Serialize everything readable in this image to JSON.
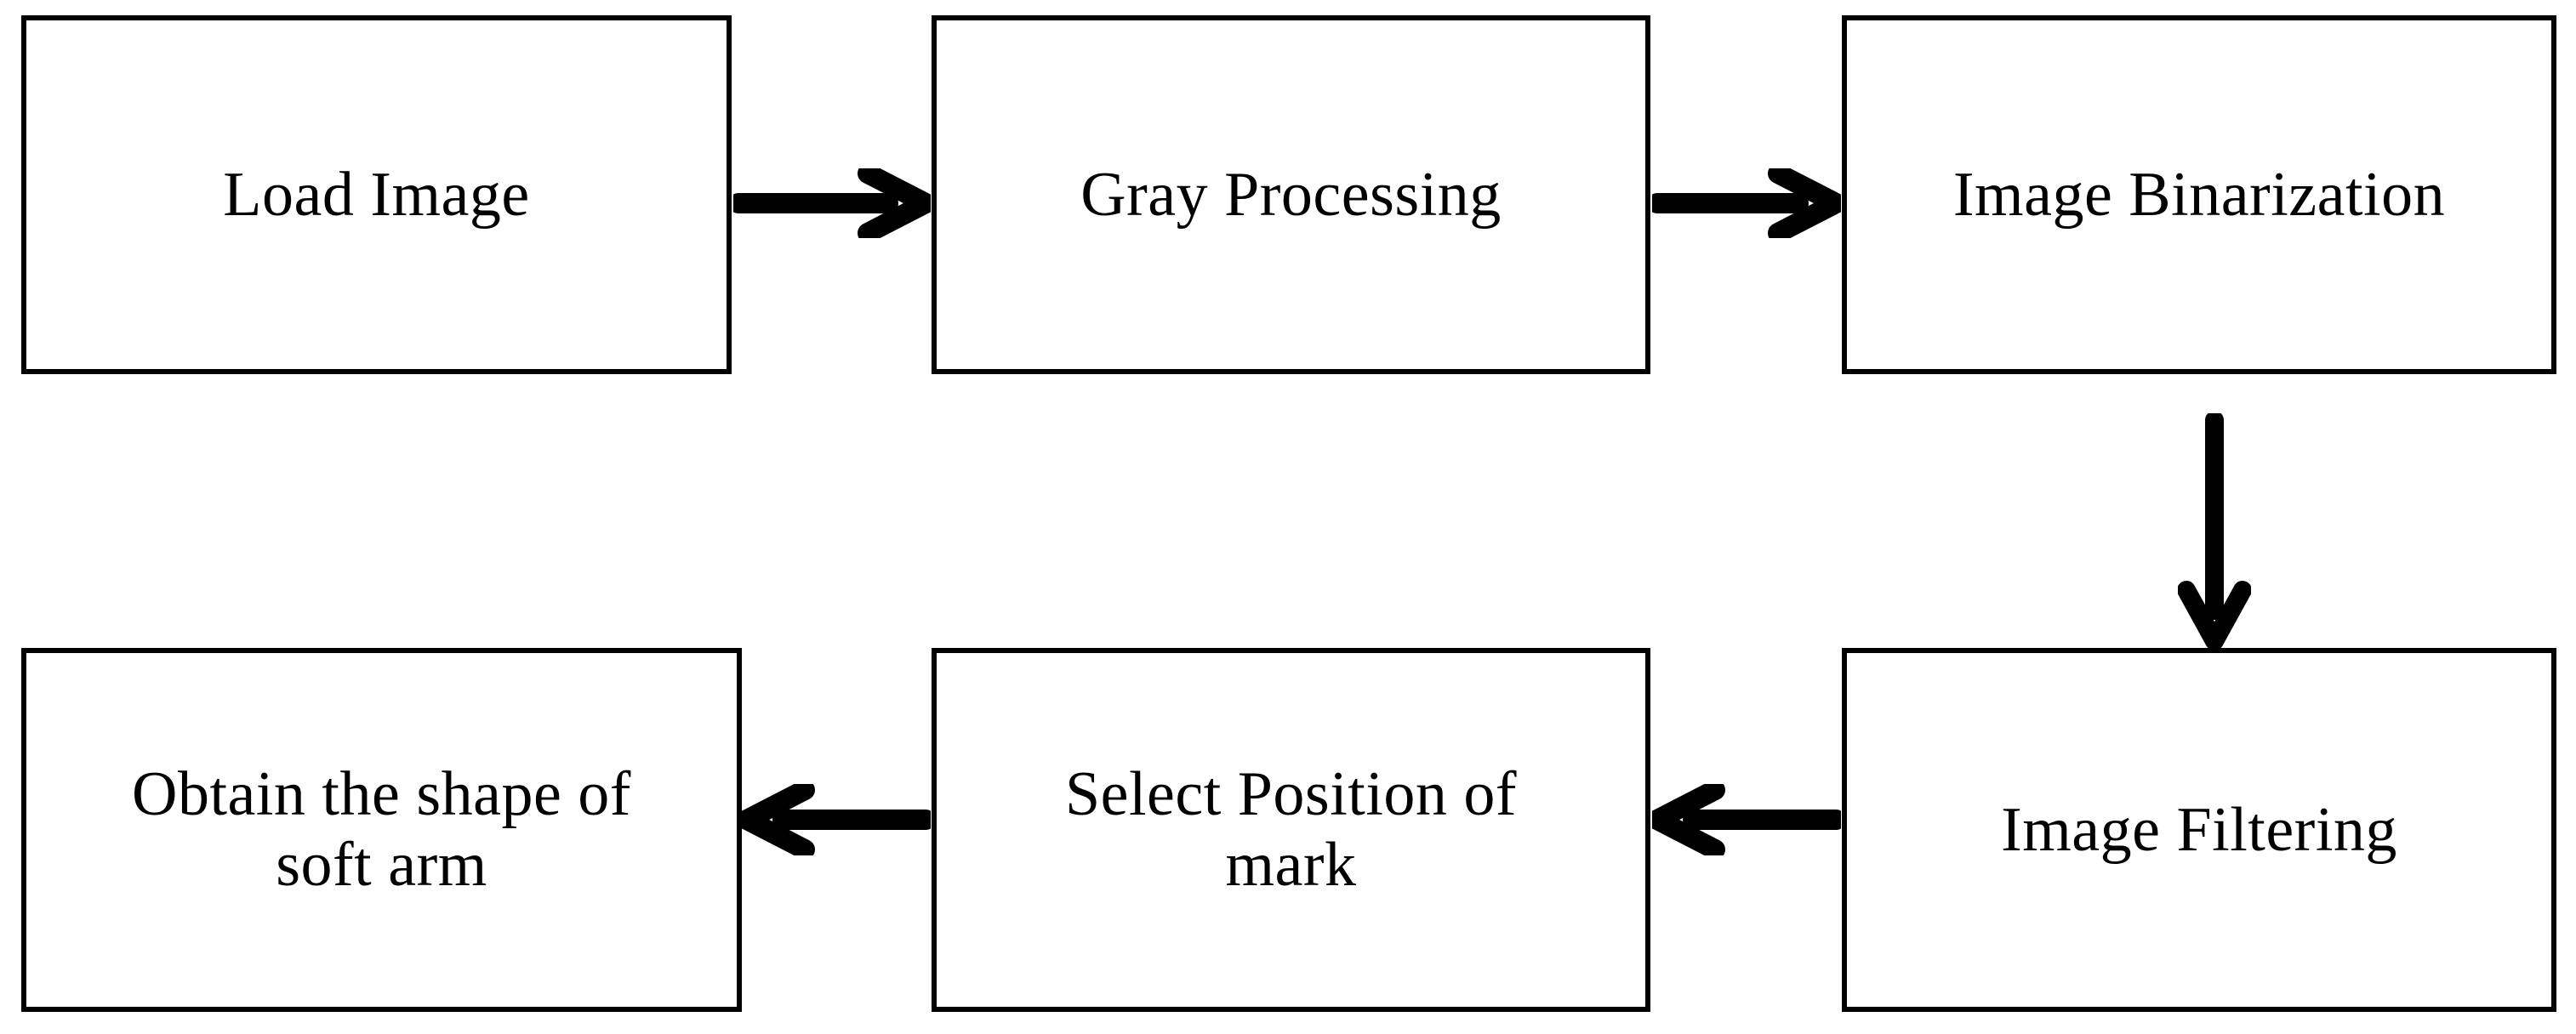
{
  "diagram": {
    "title": "Image processing pipeline flowchart",
    "background_color": "#ffffff",
    "stroke_color": "#000000",
    "nodes": [
      {
        "id": "load-image",
        "label": "Load Image",
        "row": "top",
        "column": 1
      },
      {
        "id": "gray-processing",
        "label": "Gray Processing",
        "row": "top",
        "column": 2
      },
      {
        "id": "image-binarization",
        "label": "Image Binarization",
        "row": "top",
        "column": 3
      },
      {
        "id": "obtain-shape",
        "label": "Obtain the shape of\nsoft arm",
        "row": "bottom",
        "column": 1
      },
      {
        "id": "select-position",
        "label": "Select Position of\nmark",
        "row": "bottom",
        "column": 2
      },
      {
        "id": "image-filtering",
        "label": "Image Filtering",
        "row": "bottom",
        "column": 3
      }
    ],
    "edges": [
      {
        "id": "load-to-gray",
        "from": "load-image",
        "to": "gray-processing",
        "direction": "right"
      },
      {
        "id": "gray-to-binarize",
        "from": "gray-processing",
        "to": "image-binarization",
        "direction": "right"
      },
      {
        "id": "binarize-to-filter",
        "from": "image-binarization",
        "to": "image-filtering",
        "direction": "down"
      },
      {
        "id": "filter-to-select",
        "from": "image-filtering",
        "to": "select-position",
        "direction": "left"
      },
      {
        "id": "select-to-obtain",
        "from": "select-position",
        "to": "obtain-shape",
        "direction": "left"
      }
    ]
  }
}
